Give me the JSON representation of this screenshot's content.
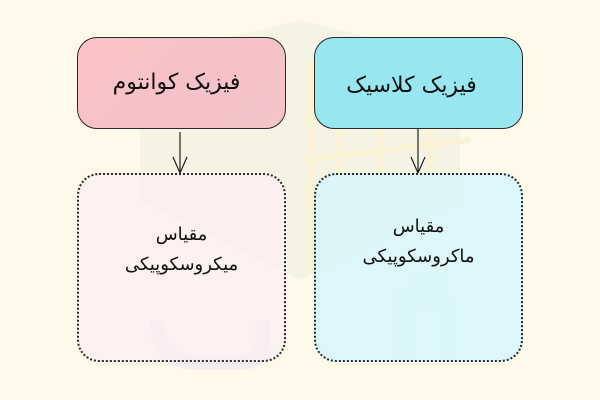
{
  "colors": {
    "background": "#fef9e8",
    "quantum_box": "#f8c3c7",
    "classic_box": "#98e6f0",
    "micro_box": "#fcf0f4",
    "macro_box": "#dbf6fb",
    "border": "#2a2a2a"
  },
  "diagram": {
    "nodes": [
      {
        "id": "quantum",
        "label": "فیزیک کوانتوم",
        "style": "solid",
        "color": "#f8c3c7"
      },
      {
        "id": "classic",
        "label": "فیزیک کلاسیک",
        "style": "solid",
        "color": "#98e6f0"
      },
      {
        "id": "micro",
        "label_line1": "مقیاس",
        "label_line2": "میکروسکوپیکی",
        "style": "dotted",
        "color": "#fcf0f4"
      },
      {
        "id": "macro",
        "label_line1": "مقیاس",
        "label_line2": "ماکروسکوپیکی",
        "style": "dotted",
        "color": "#dbf6fb"
      }
    ],
    "edges": [
      {
        "from": "quantum",
        "to": "micro"
      },
      {
        "from": "classic",
        "to": "macro"
      }
    ]
  },
  "watermark": {
    "icon": "faradars-logo-icon"
  }
}
